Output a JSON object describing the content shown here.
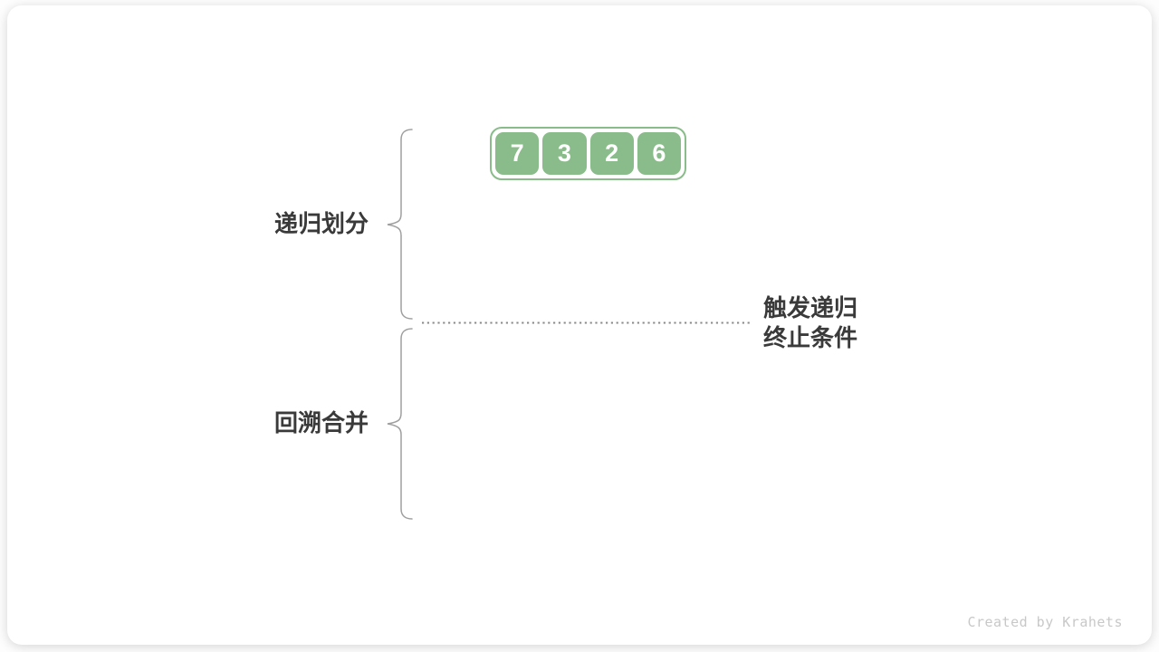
{
  "page": {
    "watermark": "Created by Krahets"
  },
  "diagram": {
    "array": {
      "values": [
        "7",
        "3",
        "2",
        "6"
      ]
    },
    "phase_labels": [
      {
        "label": "递归划分"
      },
      {
        "label": "回溯合并"
      }
    ],
    "annotation": {
      "line1": "触发递归",
      "line2": "终止条件"
    },
    "colors": {
      "cell_green": "#8ABB8A",
      "cell_text": "#ffffff",
      "label_dark": "#3a3a3a",
      "brace_gray": "#9f9f9f",
      "dotted_gray": "#8a8a8a",
      "watermark_gray": "#c8c8c8",
      "card_background": "#ffffff"
    }
  }
}
